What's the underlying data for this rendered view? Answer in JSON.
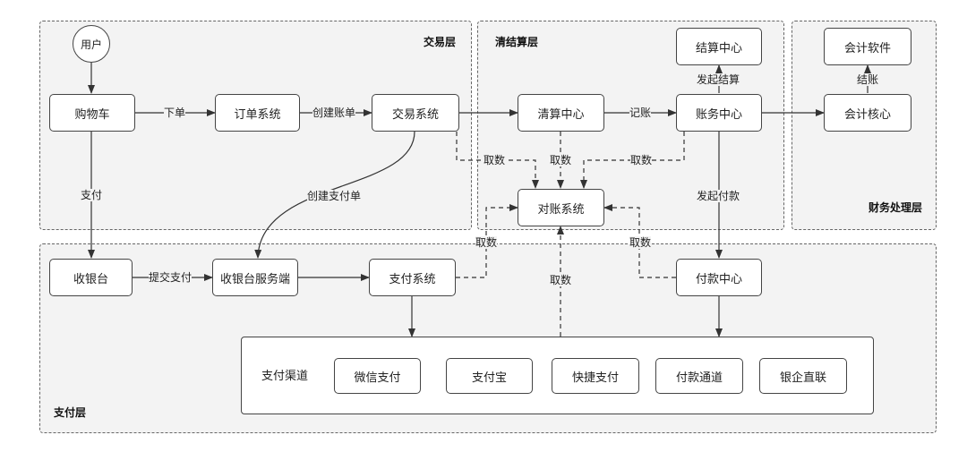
{
  "layers": {
    "trade": "交易层",
    "clearing": "清结算层",
    "finance": "财务处理层",
    "payment": "支付层"
  },
  "nodes": {
    "user": "用户",
    "cart": "购物车",
    "order_system": "订单系统",
    "trade_system": "交易系统",
    "clearing_center": "清算中心",
    "settlement_center": "结算中心",
    "account_center": "账务中心",
    "reconcile_system": "对账系统",
    "accounting_software": "会计软件",
    "accounting_core": "会计核心",
    "cashier": "收银台",
    "cashier_server": "收银台服务端",
    "payment_system": "支付系统",
    "payout_center": "付款中心"
  },
  "channels": {
    "title": "支付渠道",
    "items": [
      "微信支付",
      "支付宝",
      "快捷支付",
      "付款通道",
      "银企直联"
    ]
  },
  "edge_labels": {
    "place_order": "下单",
    "create_bill": "创建账单",
    "pay": "支付",
    "create_pay_order": "创建支付单",
    "fetch_trade": "取数",
    "fetch_clearing": "取数",
    "fetch_account": "取数",
    "record": "记账",
    "initiate_settlement": "发起结算",
    "close_books": "结账",
    "initiate_payout": "发起付款",
    "submit_payment": "提交支付",
    "fetch_payment": "取数",
    "fetch_payout": "取数",
    "fetch_channel": "取数"
  },
  "colors": {
    "layer_fill": "#f3f3f3",
    "border": "#444444",
    "arrow": "#333333"
  }
}
